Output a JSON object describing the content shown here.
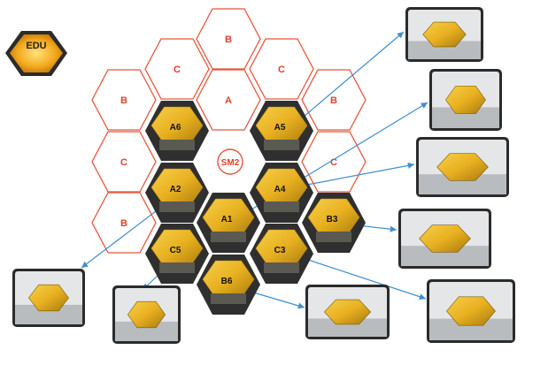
{
  "badge": {
    "label": "EDU"
  },
  "center": {
    "label": "SM2"
  },
  "outline_segments": [
    {
      "id": "top-b",
      "label": "B"
    },
    {
      "id": "upper-left-c",
      "label": "C"
    },
    {
      "id": "upper-right-c",
      "label": "C"
    },
    {
      "id": "top-a",
      "label": "A"
    },
    {
      "id": "left-b-upper",
      "label": "B"
    },
    {
      "id": "right-b-upper",
      "label": "B"
    },
    {
      "id": "left-c",
      "label": "C"
    },
    {
      "id": "right-c",
      "label": "C"
    },
    {
      "id": "left-b-lower",
      "label": "B"
    }
  ],
  "mirror_segments": [
    {
      "id": "a6",
      "label": "A6"
    },
    {
      "id": "a5",
      "label": "A5"
    },
    {
      "id": "a2",
      "label": "A2"
    },
    {
      "id": "a4",
      "label": "A4"
    },
    {
      "id": "a1",
      "label": "A1"
    },
    {
      "id": "b3",
      "label": "B3"
    },
    {
      "id": "c5",
      "label": "C5"
    },
    {
      "id": "c3",
      "label": "C3"
    },
    {
      "id": "b6",
      "label": "B6"
    }
  ],
  "photos": [
    {
      "id": "photo-a5"
    },
    {
      "id": "photo-a4-upper"
    },
    {
      "id": "photo-a4"
    },
    {
      "id": "photo-b3"
    },
    {
      "id": "photo-c3"
    },
    {
      "id": "photo-b6"
    },
    {
      "id": "photo-c5"
    },
    {
      "id": "photo-a2"
    }
  ],
  "colors": {
    "outline_hex": "#e8553d",
    "outline_text": "#e0412a",
    "gold": "#e8b020",
    "gold_dark": "#b7860f",
    "frame": "#2b2b2b",
    "arrow": "#3f8fcf"
  }
}
